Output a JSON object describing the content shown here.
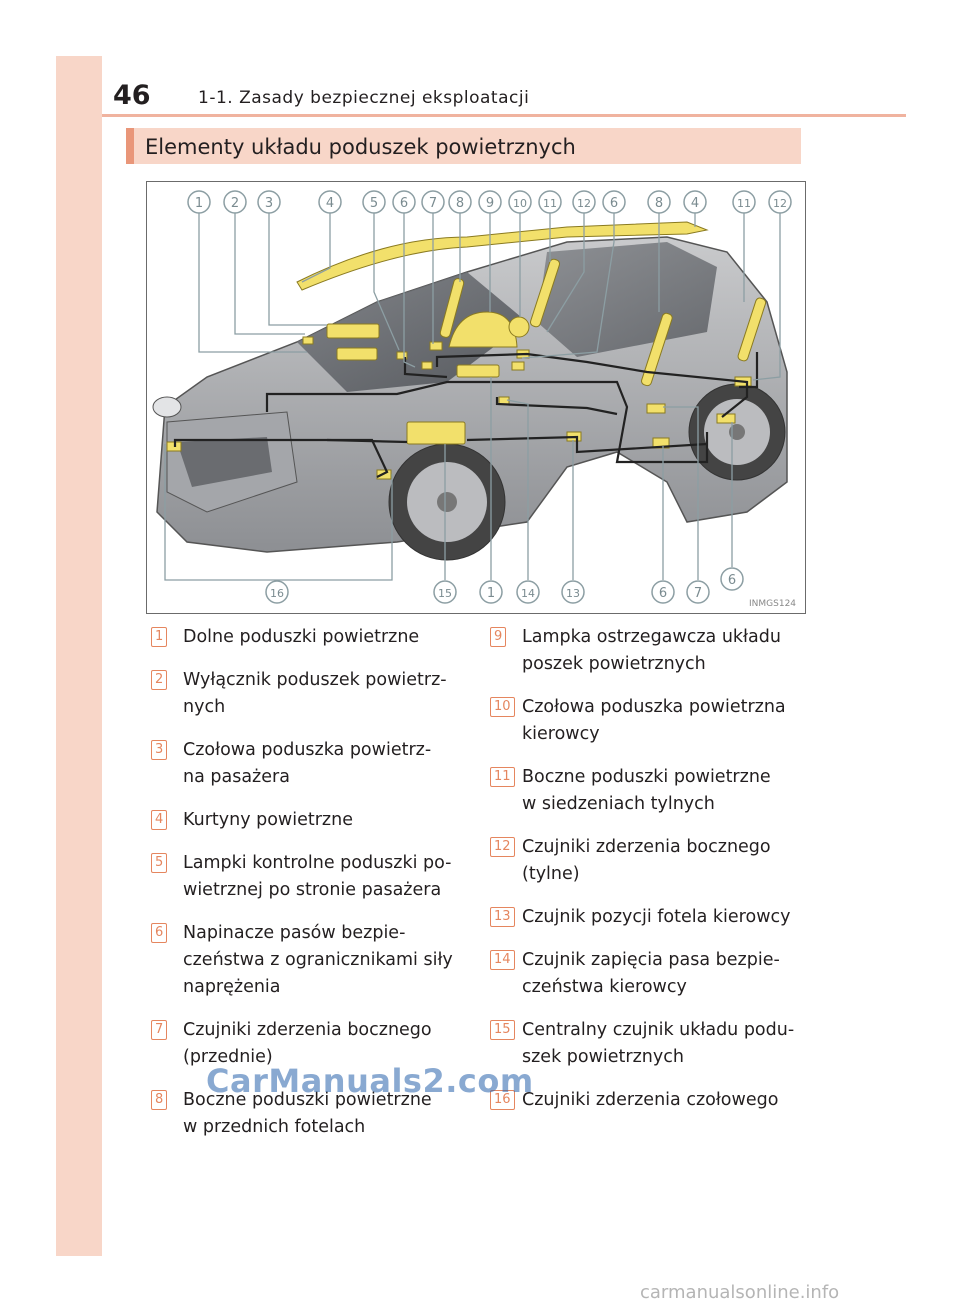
{
  "header": {
    "page_number": "46",
    "chapter": "1-1. Zasady bezpiecznej eksploatacji"
  },
  "section": {
    "title": "Elementy układu poduszek powietrznych"
  },
  "figure": {
    "code": "INMGS124",
    "top_callouts": [
      "1",
      "2",
      "3",
      "4",
      "5",
      "6",
      "7",
      "8",
      "9",
      "10",
      "11",
      "12",
      "6",
      "8",
      "4",
      "11",
      "12"
    ],
    "bottom_callouts": [
      "16",
      "15",
      "1",
      "14",
      "13",
      "6",
      "7",
      "6"
    ]
  },
  "legend": [
    {
      "num": "1",
      "text": "Dolne poduszki powietrzne"
    },
    {
      "num": "2",
      "text": "Wyłącznik poduszek powietrz-\nnych"
    },
    {
      "num": "3",
      "text": "Czołowa poduszka powietrz-\nna pasażera"
    },
    {
      "num": "4",
      "text": "Kurtyny powietrzne"
    },
    {
      "num": "5",
      "text": "Lampki kontrolne poduszki po-\nwietrznej po stronie pasażera"
    },
    {
      "num": "6",
      "text": "Napinacze pasów bezpie-\nczeństwa z ogranicznikami siły\nnaprężenia"
    },
    {
      "num": "7",
      "text": "Czujniki zderzenia bocznego\n(przednie)"
    },
    {
      "num": "8",
      "text": "Boczne poduszki powietrzne\nw przednich fotelach"
    },
    {
      "num": "9",
      "text": "Lampka ostrzegawcza układu\nposzek powietrznych"
    },
    {
      "num": "10",
      "text": "Czołowa poduszka powietrzna\nkierowcy"
    },
    {
      "num": "11",
      "text": "Boczne poduszki powietrzne\nw siedzeniach tylnych"
    },
    {
      "num": "12",
      "text": "Czujniki zderzenia bocznego\n(tylne)"
    },
    {
      "num": "13",
      "text": "Czujnik pozycji fotela kierowcy"
    },
    {
      "num": "14",
      "text": "Czujnik zapięcia pasa bezpie-\nczeństwa kierowcy"
    },
    {
      "num": "15",
      "text": "Centralny czujnik układu podu-\nszek powietrznych"
    },
    {
      "num": "16",
      "text": "Czujniki zderzenia czołowego"
    }
  ],
  "watermark": "CarManuals2.com",
  "footer_watermark": "carmanualsonline.info",
  "colors": {
    "accent": "#e5865f",
    "band": "#f8d6c8",
    "airbag": "#f2e06b"
  }
}
